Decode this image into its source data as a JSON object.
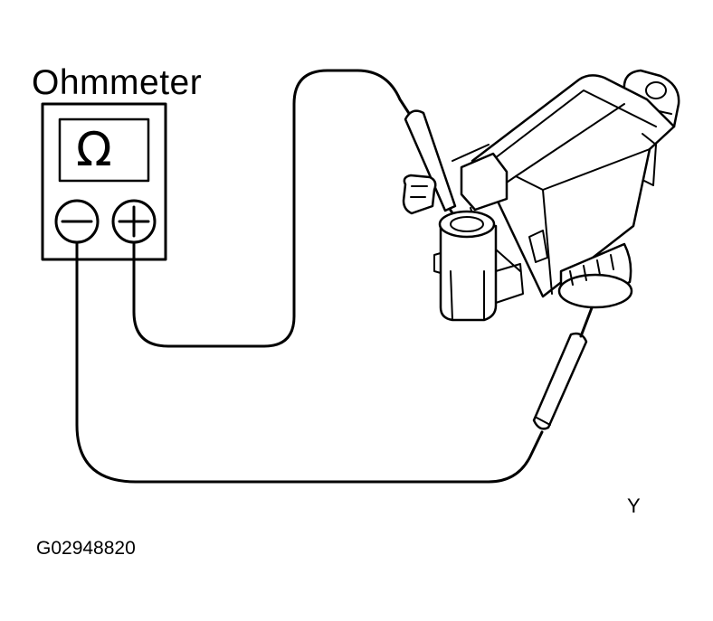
{
  "diagram": {
    "title": "Ohmmeter",
    "meter": {
      "display_symbol": "Ω",
      "negative_terminal_icon": "minus-terminal-icon",
      "positive_terminal_icon": "plus-terminal-icon"
    },
    "view_marker": "Y",
    "figure_code": "G02948820"
  },
  "colors": {
    "line": "#000000",
    "background": "#ffffff"
  }
}
